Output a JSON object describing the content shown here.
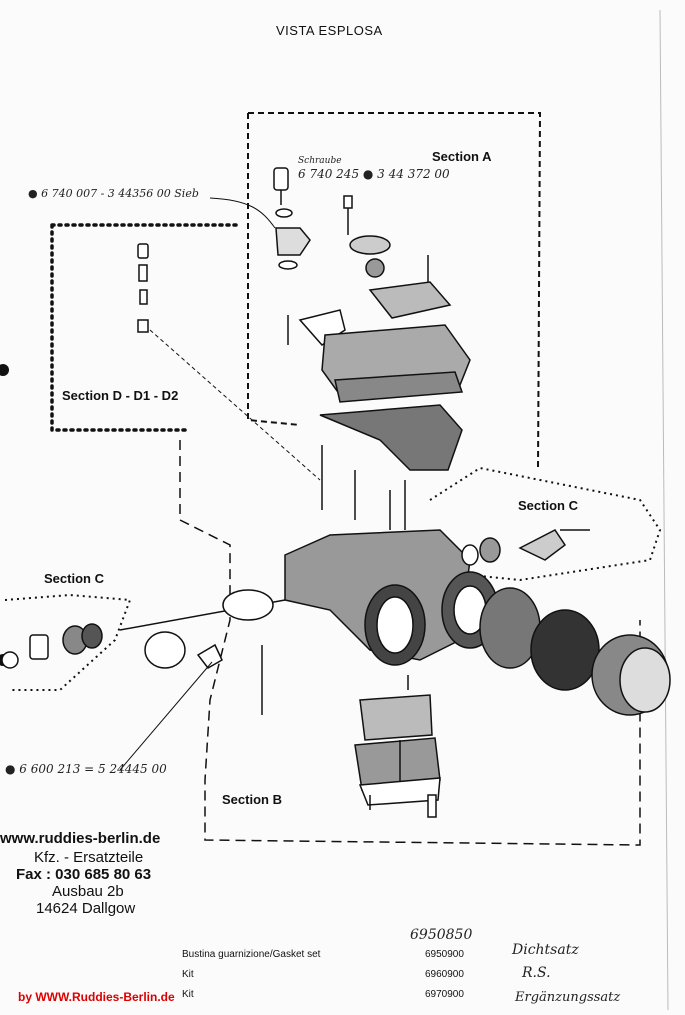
{
  "title": "VISTA ESPLOSA",
  "sections": {
    "a": "Section A",
    "d": "Section D - D1 - D2",
    "c_right": "Section C",
    "c_left": "Section C",
    "b": "Section B"
  },
  "handwritten": {
    "schraube_label": "Schraube",
    "schraube_number": "6 740 245 ● 3 44 372 00",
    "sieb_note": "● 6 740 007 - 3 44356 00 Sieb",
    "lower_note": "● 6 600 213 = 5 24445 00",
    "top_code": "6950850",
    "dichtsatz": "Dichtsatz",
    "rs": "R.S.",
    "ergaenzungssatz": "Ergänzungssatz"
  },
  "contact": {
    "website": "www.ruddies-berlin.de",
    "line1": "Kfz. - Ersatzteile",
    "fax": "Fax : 030 685 80 63",
    "street": "Ausbau 2b",
    "city": "14624 Dallgow"
  },
  "parts_table": [
    {
      "description": "Bustina guarnizione/Gasket set",
      "code": "6950900"
    },
    {
      "description": "Kit",
      "code": "6960900"
    },
    {
      "description": "Kit",
      "code": "6970900"
    }
  ],
  "footer": "by  WWW.Ruddies-Berlin.de"
}
